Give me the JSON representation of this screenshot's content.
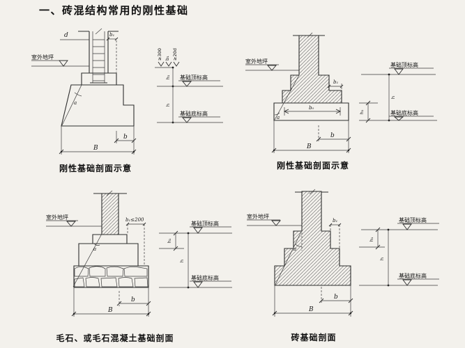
{
  "title": "一、砖混结构常用的刚性基础",
  "shared": {
    "outdoor_ground": "室外地坪",
    "foundation_top_level": "基础顶标高",
    "foundation_bottom_level": "基础底标高",
    "dim_B": "B",
    "dim_b": "b",
    "dim_b0": "b₀",
    "dim_b1": "b₁",
    "dim_h": "h",
    "dim_h1": "h₁",
    "dim_d": "d",
    "angle_a": "a",
    "min_300": "≥300",
    "min_20d": "≥20d",
    "step_max": "b₁≤200"
  },
  "panels": [
    {
      "caption": "刚性基础剖面示意"
    },
    {
      "caption": "刚性基础剖面示意"
    },
    {
      "caption": "毛石、或毛石混凝土基础剖面"
    },
    {
      "caption": "砖基础剖面"
    }
  ]
}
